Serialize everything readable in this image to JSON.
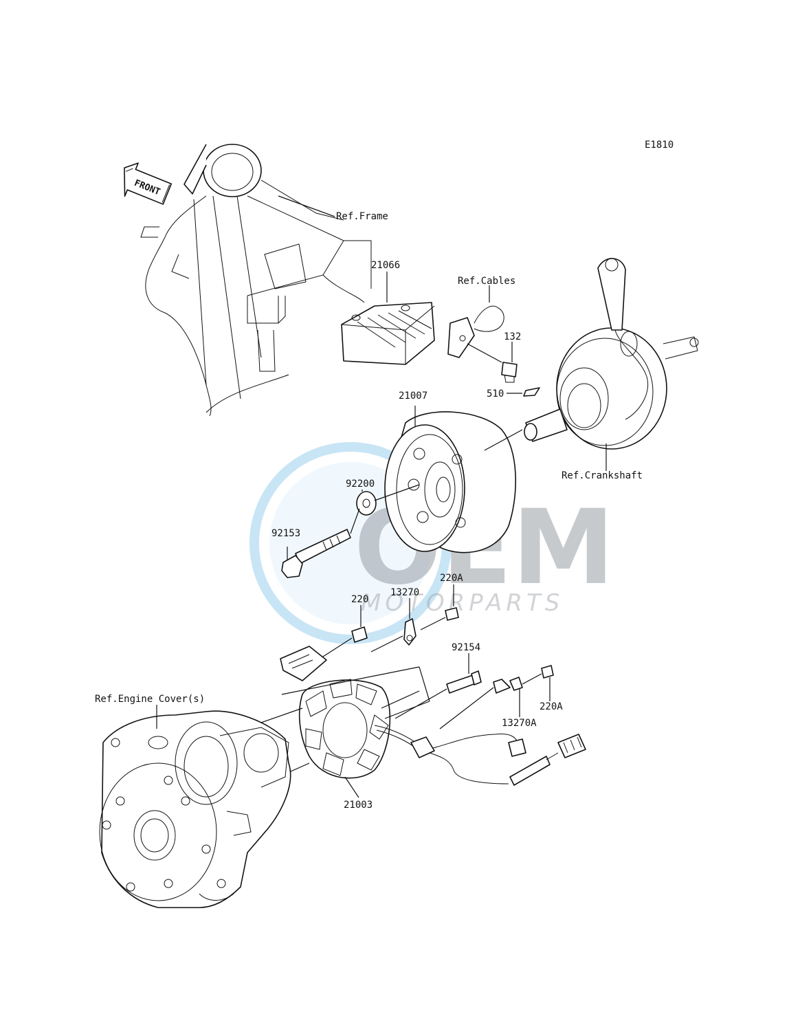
{
  "diagram_code": "E1810",
  "front_label": "FRONT",
  "refs": {
    "frame": "Ref.Frame",
    "cables": "Ref.Cables",
    "crankshaft": "Ref.Crankshaft",
    "engine_cover": "Ref.Engine Cover(s)"
  },
  "parts": {
    "p21066": "21066",
    "p132": "132",
    "p510": "510",
    "p21007": "21007",
    "p92200": "92200",
    "p92153": "92153",
    "p220A_top": "220A",
    "p13270": "13270",
    "p220": "220",
    "p92154": "92154",
    "p220A_right": "220A",
    "p13270A": "13270A",
    "p21003": "21003"
  },
  "watermark": {
    "main": "OEM",
    "sub": "MOTORPARTS"
  },
  "colors": {
    "line": "#111111",
    "watermark_gray": "#9a9fa6",
    "watermark_blue": "#3aa0e0"
  }
}
